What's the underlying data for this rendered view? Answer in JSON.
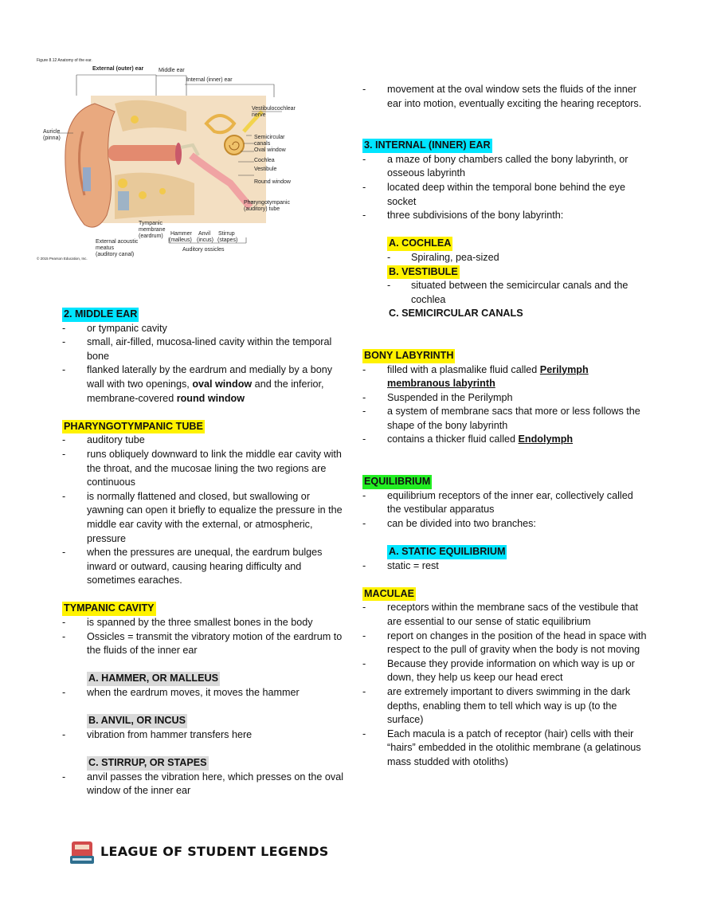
{
  "figure": {
    "caption": "Figure 8.12 Anatomy of the ear.",
    "copyright": "© 2015 Pearson Education, Inc.",
    "labels": {
      "external_ear": "External (outer) ear",
      "middle_ear": "Middle ear",
      "internal_ear": "Internal (inner) ear",
      "auricle": "Auricle (pinna)",
      "vestibulocochlear": "Vestibulocochlear nerve",
      "semicircular": "Semicircular canals",
      "oval_window": "Oval window",
      "cochlea": "Cochlea",
      "vestibule": "Vestibule",
      "round_window": "Round window",
      "pharyngotympanic": "Pharyngotympanic (auditory) tube",
      "tympanic_membrane": "Tympanic membrane (eardrum)",
      "hammer": "Hammer (malleus)",
      "anvil": "Anvil (incus)",
      "stirrup": "Stirrup (stapes)",
      "external_meatus": "External acoustic meatus (auditory canal)",
      "auditory_ossicles": "Auditory ossicles"
    }
  },
  "left": {
    "middle_ear": {
      "heading": "2.  MIDDLE EAR",
      "items": [
        "or tympanic cavity",
        "small, air-filled, mucosa-lined cavity within the temporal bone"
      ],
      "flanked_pre": "flanked laterally by the eardrum and medially by a bony wall with two openings, ",
      "flanked_b1": "oval window",
      "flanked_mid": " and the inferior, membrane-covered ",
      "flanked_b2": "round window"
    },
    "pharyngotympanic": {
      "heading": "PHARYNGOTYMPANIC TUBE",
      "items": [
        "auditory tube",
        "runs obliquely downward to link the middle ear cavity with the throat, and the mucosae lining the two regions are continuous",
        "is normally flattened and closed, but swallowing or yawning can open it briefly to equalize the pressure in the middle ear cavity with the external, or atmospheric, pressure",
        "when the pressures are unequal, the eardrum bulges inward or outward, causing hearing difficulty and sometimes earaches."
      ]
    },
    "tympanic_cavity": {
      "heading": "TYMPANIC CAVITY",
      "items": [
        "is spanned by the three smallest bones in the body",
        "Ossicles = transmit the vibratory motion of the eardrum to the fluids of the inner ear"
      ],
      "hammer_heading": "A.  HAMMER, OR MALLEUS",
      "hammer_item": "when the eardrum moves, it moves the hammer",
      "anvil_heading": "B.  ANVIL, OR INCUS",
      "anvil_item": "vibration from hammer transfers here",
      "stirrup_heading": "C.  STIRRUP, OR STAPES",
      "stirrup_item": "anvil passes the vibration here, which presses on the oval window of the inner ear"
    }
  },
  "right": {
    "top_item": "movement at the oval window sets the fluids of the inner ear into motion, eventually exciting the hearing receptors.",
    "internal_ear": {
      "heading": "3.  INTERNAL (INNER) EAR",
      "items": [
        "a maze of bony chambers called the bony labyrinth, or osseous labyrinth",
        "located deep within the temporal bone behind the eye socket",
        "three subdivisions of the bony labyrinth:"
      ],
      "cochlea_heading": "A.  COCHLEA",
      "cochlea_item": "Spiraling, pea-sized",
      "vestibule_heading": "B.  VESTIBULE",
      "vestibule_item": "situated between the semicircular canals and the cochlea",
      "semicircular_heading": "C.  SEMICIRCULAR CANALS"
    },
    "bony_labyrinth": {
      "heading": "BONY LABYRINTH",
      "item1_pre": "filled with a plasmalike fluid called ",
      "item1_b": "Perilymph",
      "item1_b2": "membranous labyrinth",
      "items": [
        "Suspended in the Perilymph",
        "a system of membrane sacs that more or less follows the shape of the bony labyrinth"
      ],
      "item_last_pre": "contains a thicker fluid called ",
      "item_last_b": "Endolymph"
    },
    "equilibrium": {
      "heading": "EQUILIBRIUM",
      "items": [
        "equilibrium receptors of the inner ear, collectively called the vestibular apparatus",
        "can be divided into two branches:"
      ],
      "static_heading": "A.  STATIC EQUILIBRIUM",
      "static_item": "static = rest"
    },
    "maculae": {
      "heading": "MACULAE",
      "items": [
        "receptors within the membrane sacs of the vestibule that are essential to our sense of static equilibrium",
        " report on changes in the position of the head in space with respect to the pull of gravity when the body is not moving",
        "Because they provide information on which way is up or down, they help us keep our head erect",
        "are extremely important to divers swimming in the dark depths, enabling them to tell which way is up (to the surface)",
        "Each macula is a patch of receptor (hair) cells with their “hairs” embedded in the otolithic membrane (a gelatinous mass studded with otoliths)"
      ]
    }
  },
  "footer": {
    "logo_text": "LEAGUE OF STUDENT LEGENDS"
  },
  "colors": {
    "highlight_yellow": "#fff200",
    "highlight_cyan": "#00e5ff",
    "highlight_green": "#22ee22",
    "highlight_gray": "#d9d9d9"
  }
}
